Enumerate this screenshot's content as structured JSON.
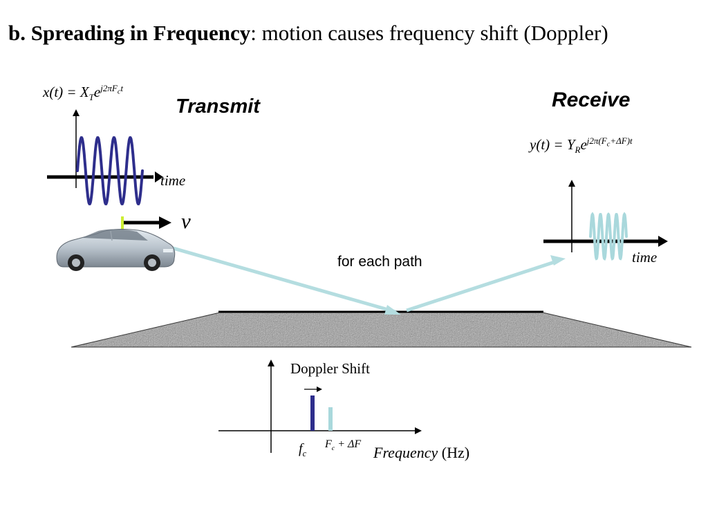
{
  "title": {
    "bold": "b. Spreading in Frequency",
    "rest": ": motion causes frequency shift (Doppler)"
  },
  "transmit": {
    "label": "Transmit",
    "equation": {
      "lhs": "x(t) = X",
      "lhs_sub": "T",
      "base": "e",
      "exponent": "j2πF",
      "exp_sub": "c",
      "exp_tail": "t"
    },
    "axis_label": "time"
  },
  "velocity_label": "v",
  "receive": {
    "label": "Receive",
    "equation": {
      "lhs": "y(t) = Y",
      "lhs_sub": "R",
      "base": "e",
      "exponent": "j2π(F",
      "exp_sub": "c",
      "exp_tail": "+ΔF)t"
    },
    "axis_label": "time"
  },
  "path_label": "for each path",
  "spectrum": {
    "title": "Doppler Shift",
    "fc_label": "f",
    "fc_sub": "c",
    "shifted_label": "F",
    "shifted_sub": "c",
    "shifted_tail": " + ΔF",
    "axis_label_italic": "Frequency",
    "axis_label_unit": " (Hz)"
  },
  "colors": {
    "transmit_wave": "#2e2e8c",
    "receive_wave": "#a9d8dc",
    "path_arrow": "#b4dde0",
    "ground": "#9a9a9a",
    "car_body": "#b9c3cc",
    "marker": "#ccee33"
  }
}
